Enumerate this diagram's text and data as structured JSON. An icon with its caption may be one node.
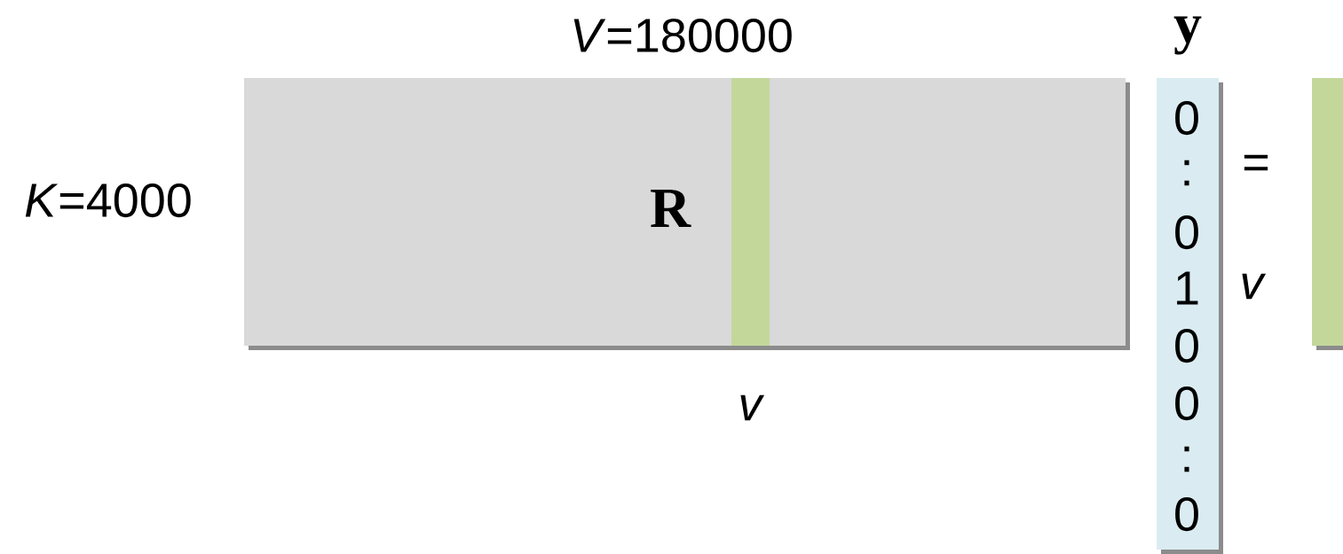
{
  "diagram": {
    "nodes": [
      {
        "text": [
          "R"
        ]
      },
      {
        "text": [],
        "shape": "bar",
        "in": 0
      },
      {
        "text": [
          "y",
          "0",
          ":",
          "0",
          "1",
          "0",
          "0",
          ":",
          "0"
        ]
      },
      {
        "text": [],
        "shape": "bar"
      }
    ],
    "labels": [
      "*V*=180000",
      "*K*=4000",
      "v",
      "=",
      "v"
    ]
  }
}
